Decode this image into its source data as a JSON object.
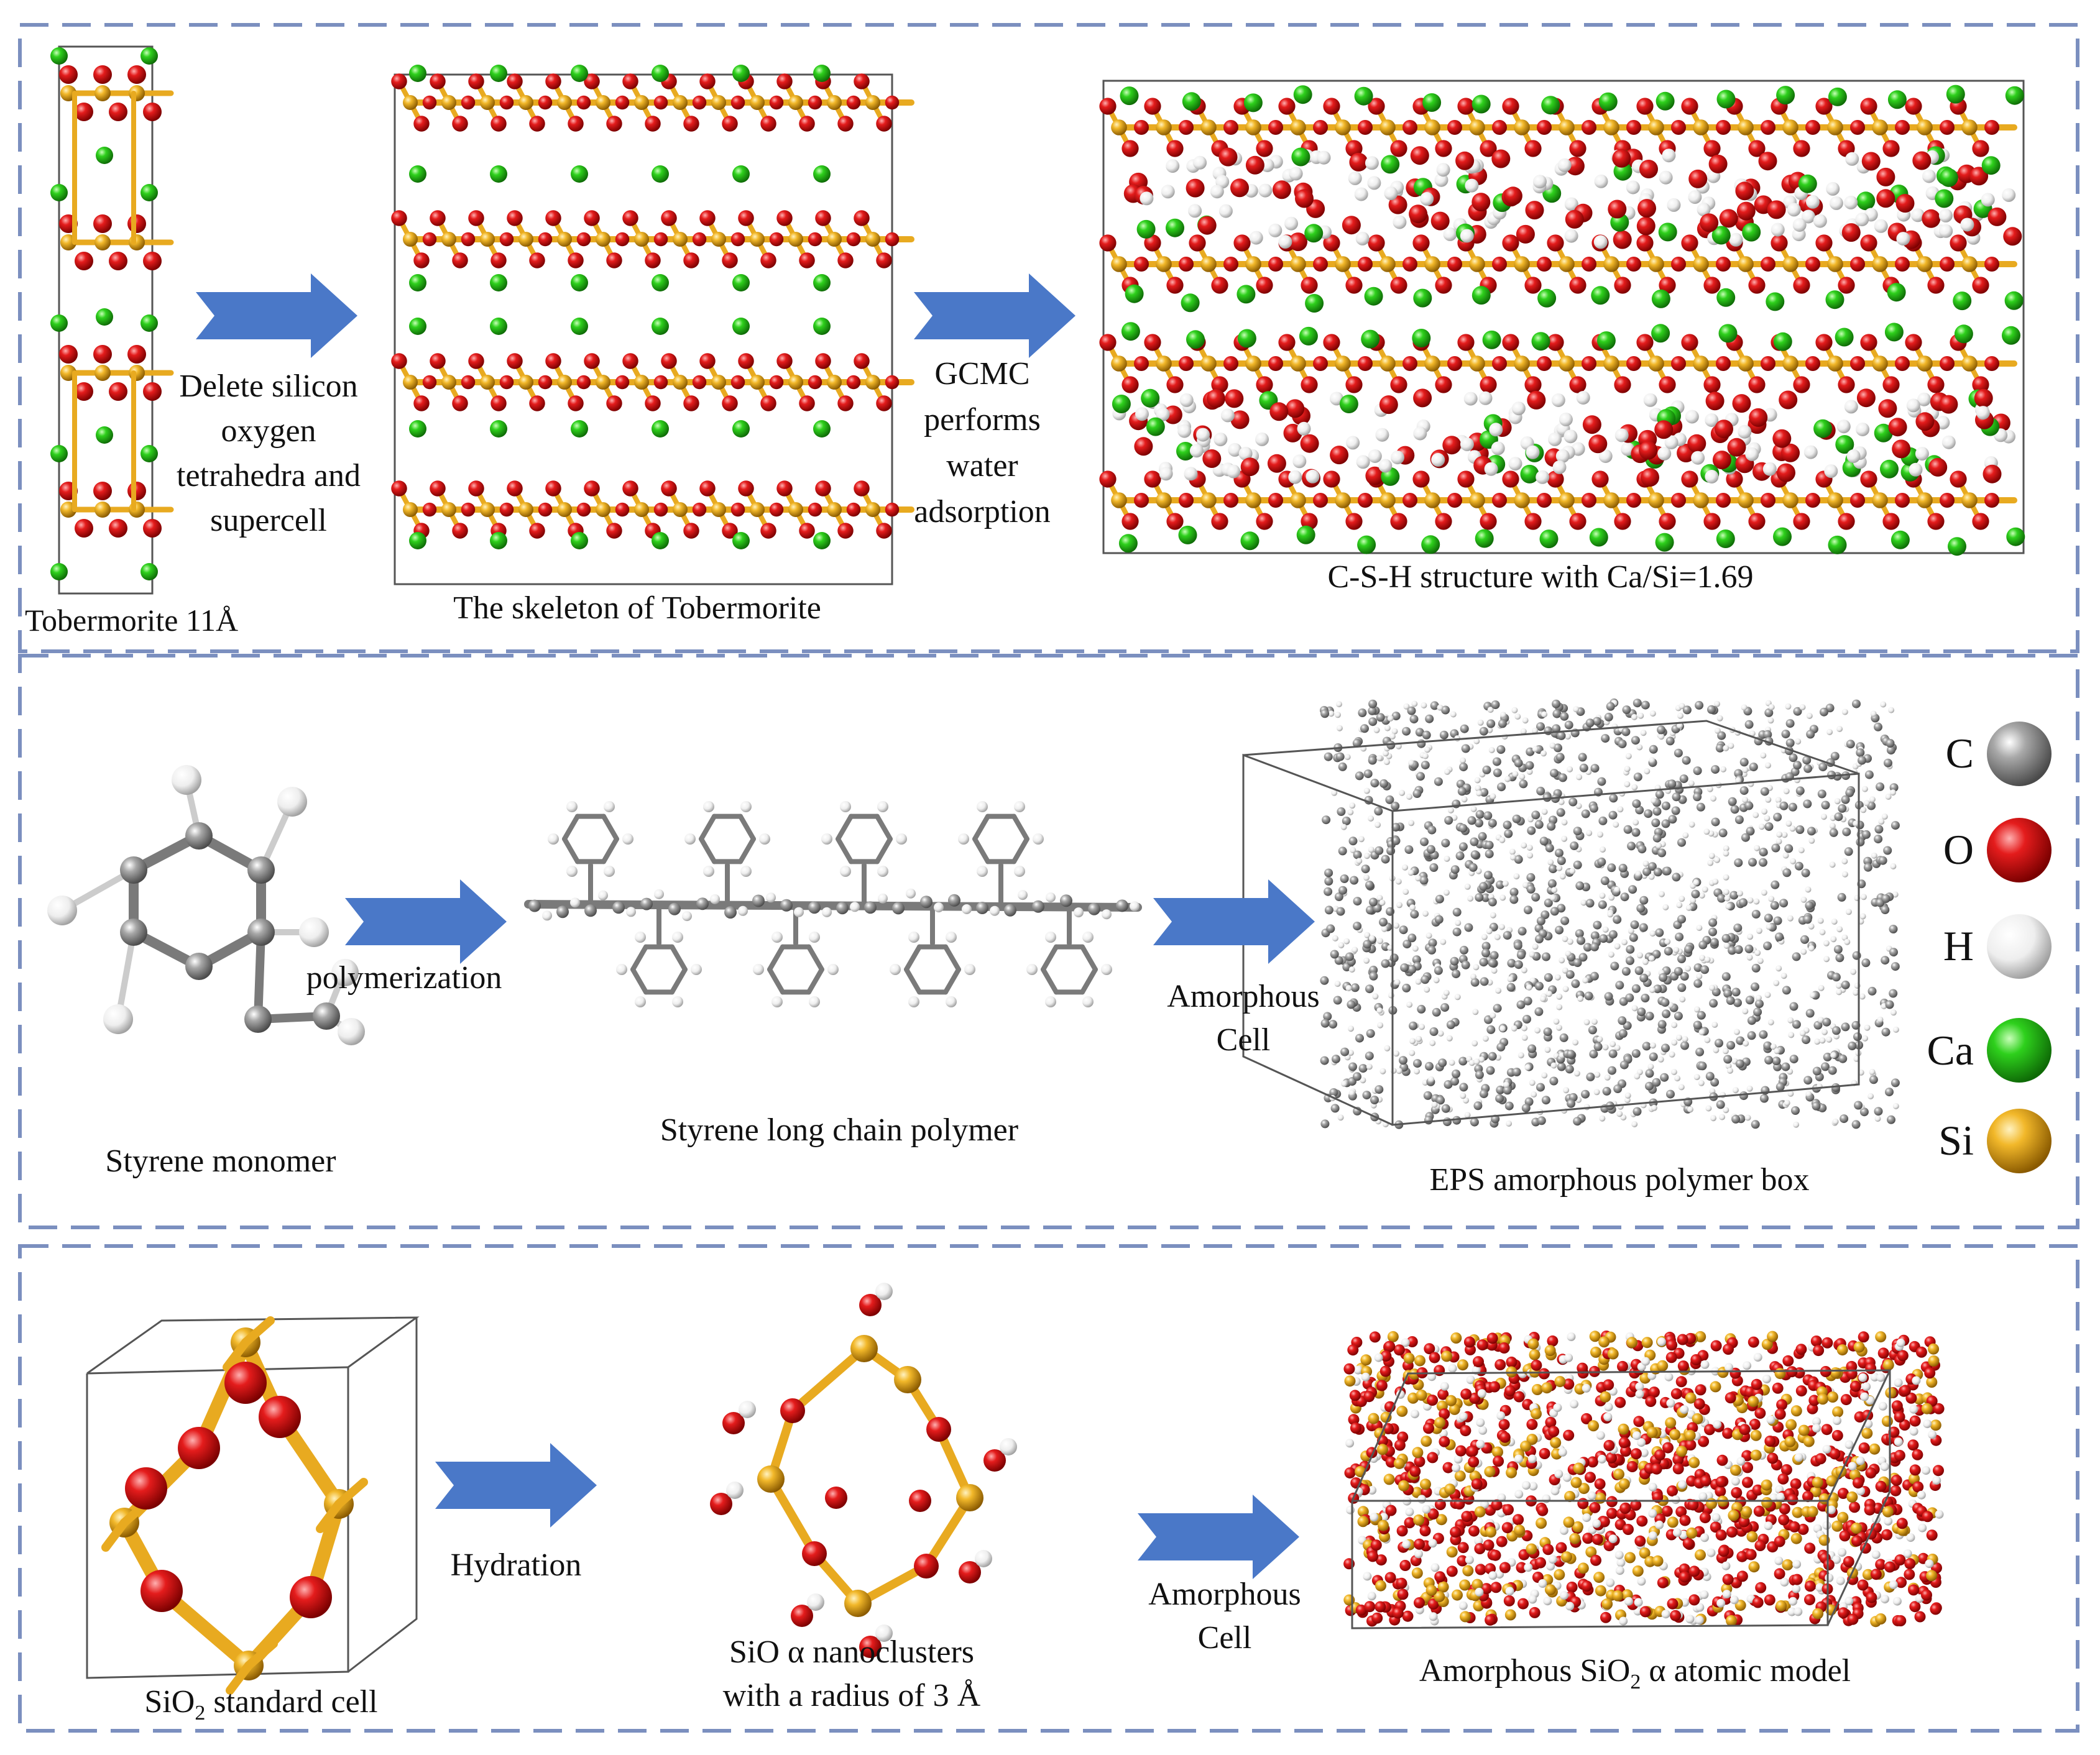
{
  "colors": {
    "carbon": "#8a8a8a",
    "oxygen": "#e01818",
    "hydrogen": "#f2f2f2",
    "calcium": "#2cc81c",
    "silicon": "#f0b42a",
    "arrow": "#4a78c8",
    "panel_border": "#7b8fbf"
  },
  "panel1": {
    "tobermorite_label": "Tobermorite 11Å",
    "step1_lines": [
      "Delete silicon",
      "oxygen",
      "tetrahedra and",
      "supercell"
    ],
    "skeleton_label": "The skeleton of Tobermorite",
    "step2_lines": [
      "GCMC",
      "performs",
      "water",
      "adsorption"
    ],
    "csh_label": "C-S-H structure with Ca/Si=1.69"
  },
  "panel2": {
    "monomer_label": "Styrene monomer",
    "step1_label": "polymerization",
    "chain_label": "Styrene long chain polymer",
    "step2_lines": [
      "Amorphous",
      "Cell"
    ],
    "box_label": "EPS amorphous polymer box"
  },
  "legend": [
    {
      "symbol": "C",
      "color": "#8a8a8a"
    },
    {
      "symbol": "O",
      "color": "#e01818"
    },
    {
      "symbol": "H",
      "color": "#f2f2f2"
    },
    {
      "symbol": "Ca",
      "color": "#2cc81c"
    },
    {
      "symbol": "Si",
      "color": "#f0b42a"
    }
  ],
  "panel3": {
    "cell_label_pre": "SiO",
    "cell_label_sub": "2",
    "cell_label_post": " standard cell",
    "step1_label": "Hydration",
    "cluster_lines": [
      "SiO α nanoclusters",
      "with a radius of 3 Å"
    ],
    "step2_lines": [
      "Amorphous",
      "Cell"
    ],
    "model_label_pre": "Amorphous SiO",
    "model_label_sub": "2",
    "model_label_post": " α atomic model"
  }
}
